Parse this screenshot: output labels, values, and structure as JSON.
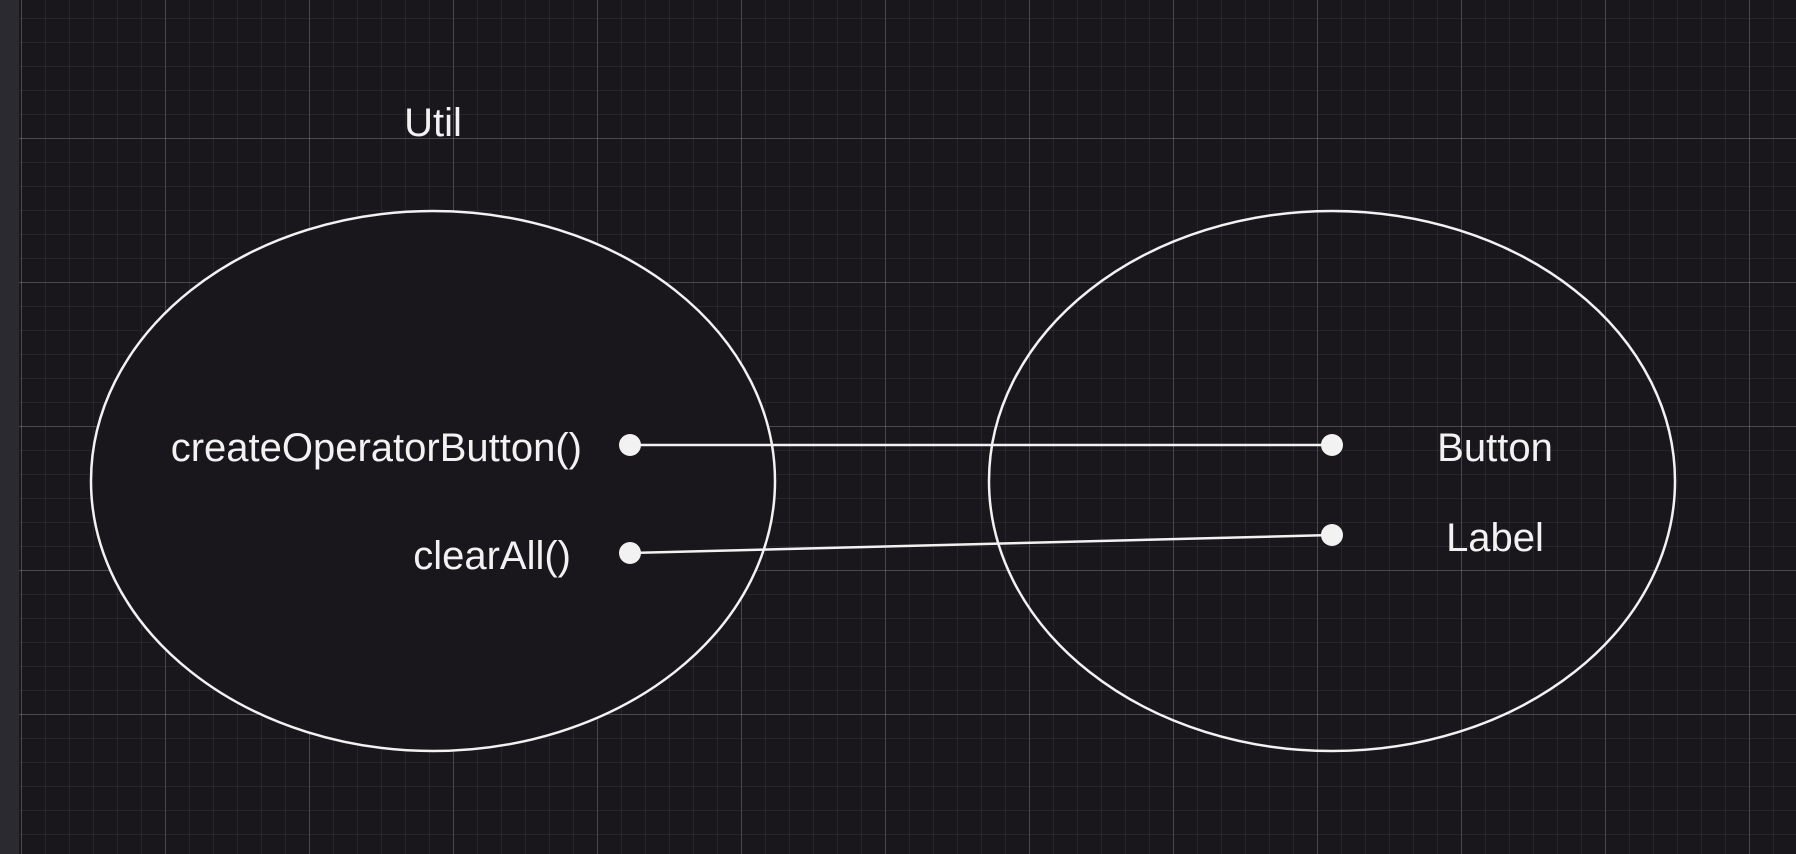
{
  "diagram": {
    "title": "Util",
    "left_group": {
      "methods": [
        {
          "label": "createOperatorButton()"
        },
        {
          "label": "clearAll()"
        }
      ]
    },
    "right_group": {
      "items": [
        {
          "label": "Button"
        },
        {
          "label": "Label"
        }
      ]
    },
    "colors": {
      "background": "#19171c",
      "stroke": "#f2f2f2",
      "text": "#f2f2f2"
    }
  }
}
